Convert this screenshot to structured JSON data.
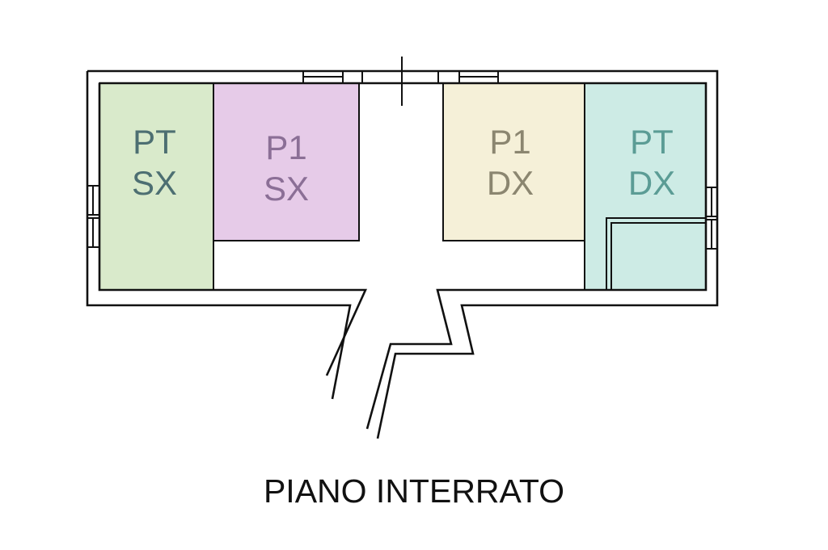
{
  "rooms": {
    "pt_sx": {
      "line1": "PT",
      "line2": "SX",
      "fill": "#d9eacb",
      "text_color": "#4d6f72"
    },
    "p1_sx": {
      "line1": "P1",
      "line2": "SX",
      "fill": "#e6cbe8",
      "text_color": "#8b6f96"
    },
    "p1_dx": {
      "line1": "P1",
      "line2": "DX",
      "fill": "#f5f0d8",
      "text_color": "#8b8670"
    },
    "pt_dx": {
      "line1": "PT",
      "line2": "DX",
      "fill": "#cdebe5",
      "text_color": "#5b9c95"
    }
  },
  "caption": "PIANO INTERRATO",
  "wall_color": "#111111"
}
